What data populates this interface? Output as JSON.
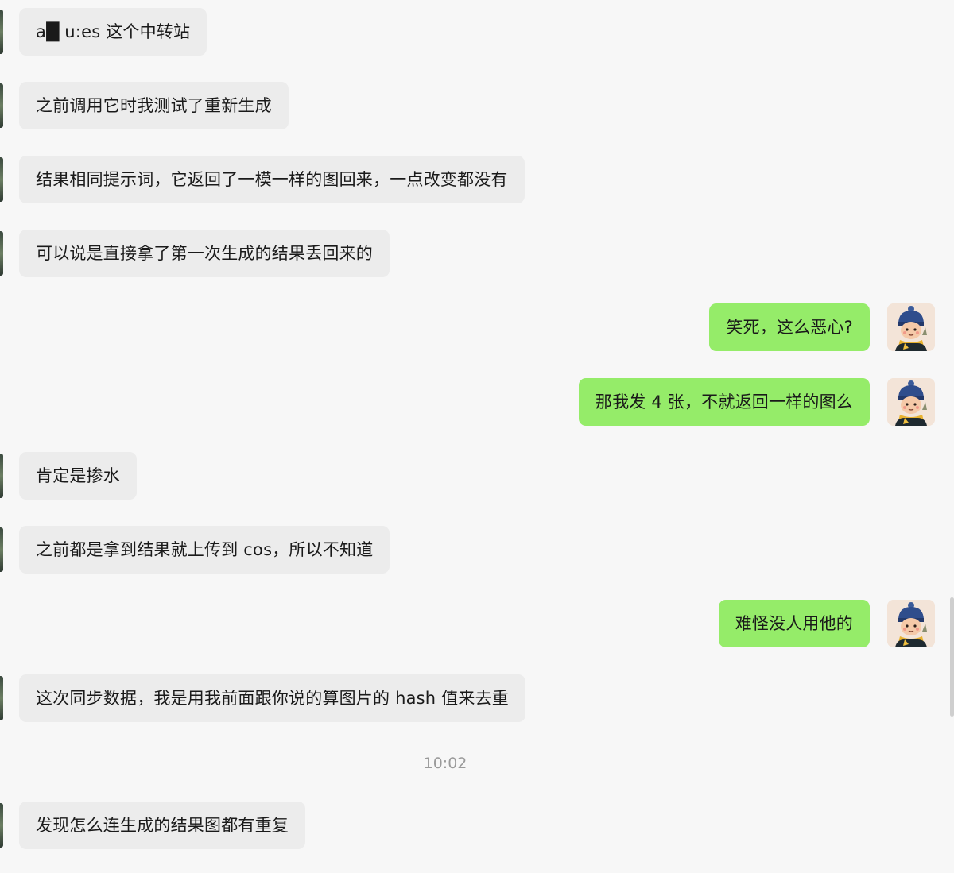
{
  "messages": [
    {
      "side": "in",
      "text": "a█ u:es 这个中转站"
    },
    {
      "side": "in",
      "text": "之前调用它时我测试了重新生成"
    },
    {
      "side": "in",
      "text": "结果相同提示词，它返回了一模一样的图回来，一点改变都没有"
    },
    {
      "side": "in",
      "text": "可以说是直接拿了第一次生成的结果丢回来的"
    },
    {
      "side": "out",
      "text": "笑死，这么恶心?"
    },
    {
      "side": "out",
      "text": "那我发 4 张，不就返回一样的图么"
    },
    {
      "side": "in",
      "text": "肯定是掺水"
    },
    {
      "side": "in",
      "text": "之前都是拿到结果就上传到 cos，所以不知道"
    },
    {
      "side": "out",
      "text": "难怪没人用他的"
    },
    {
      "side": "in",
      "text": "这次同步数据，我是用我前面跟你说的算图片的 hash 值来去重"
    },
    {
      "side": "in",
      "text": "发现怎么连生成的结果图都有重复"
    }
  ],
  "timestamp": "10:02",
  "colors": {
    "incoming_bubble": "#ececec",
    "outgoing_bubble": "#95ec69",
    "background": "#f7f7f7"
  },
  "icons": {
    "contact_avatar": "avatar-icon",
    "self_avatar": "cartoon-avatar-icon"
  }
}
